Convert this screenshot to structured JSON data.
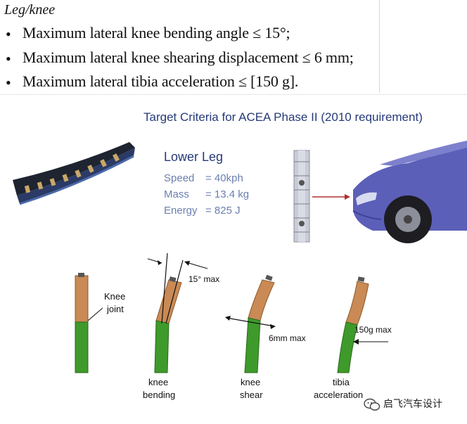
{
  "document": {
    "heading": "Leg/knee",
    "bullet_glyph": "•",
    "bullets": [
      "Maximum lateral knee bending angle ≤ 15°;",
      "Maximum lateral knee shearing displacement ≤ 6 mm;",
      "Maximum lateral tibia acceleration ≤ [150 g]."
    ]
  },
  "slide": {
    "title": "Target Criteria for ACEA Phase II (2010 requirement)",
    "lower_leg": {
      "title": "Lower Leg",
      "specs": [
        {
          "label": "Speed",
          "value": "= 40kph"
        },
        {
          "label": "Mass",
          "value": "= 13.4 kg"
        },
        {
          "label": "Energy",
          "value": "= 825 J"
        }
      ]
    },
    "diagram": {
      "knee_label_1": "Knee",
      "knee_label_2": "joint",
      "angle_max": "15° max",
      "shear_max": "6mm max",
      "accel_max": "150g max",
      "captions": [
        {
          "line1": "knee",
          "line2": "bending"
        },
        {
          "line1": "knee",
          "line2": "shear"
        },
        {
          "line1": "tibia",
          "line2": "acceleration"
        }
      ]
    }
  },
  "watermark": {
    "text": "启飞汽车设计"
  },
  "colors": {
    "title_blue": "#263a7a",
    "spec_blue": "#6b7fb0",
    "femur_brown": "#c98a55",
    "tibia_green": "#3e9a2a",
    "car_purple": "#5b5fb8"
  }
}
